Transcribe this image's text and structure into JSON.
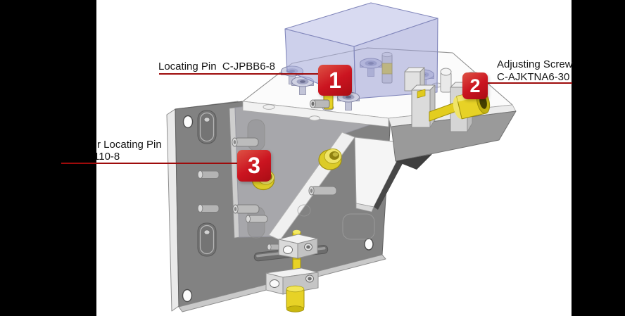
{
  "scene": {
    "type": "cad-parts-callout-illustration",
    "background": "#ffffff",
    "pillarbox_color": "#000000"
  },
  "palette": {
    "badge_red": "#cb1420",
    "badge_red_light": "#de5244",
    "badge_red_dark": "#a90d15",
    "leader_line_red": "#9e0b0b",
    "label_text": "#151515",
    "part_yellow": "#e7d226",
    "workpiece_blue": "#aab0dd",
    "plate_dark_gray": "#828282",
    "plate_light": "#f5f5f5",
    "screw_lavender": "#d0d2e3"
  },
  "callouts": {
    "c1": {
      "number": "1",
      "text": "Locating Pin  C-JPBB6-8"
    },
    "c2": {
      "number": "2",
      "text_line1": "Adjusting Screw",
      "text_line2": "C-AJKTNA6-30"
    },
    "c3": {
      "number": "3",
      "text_line1": "r Locating Pin",
      "text_line2": "110-8"
    }
  },
  "model": {
    "parts_shown": [
      "back-plate",
      "clamp-plate",
      "rib-gusset",
      "base-plate",
      "workpiece-box",
      "locating-pin",
      "adjusting-screw",
      "locating-bushings",
      "cap-screws",
      "clamp-blocks",
      "swing-pin"
    ]
  }
}
